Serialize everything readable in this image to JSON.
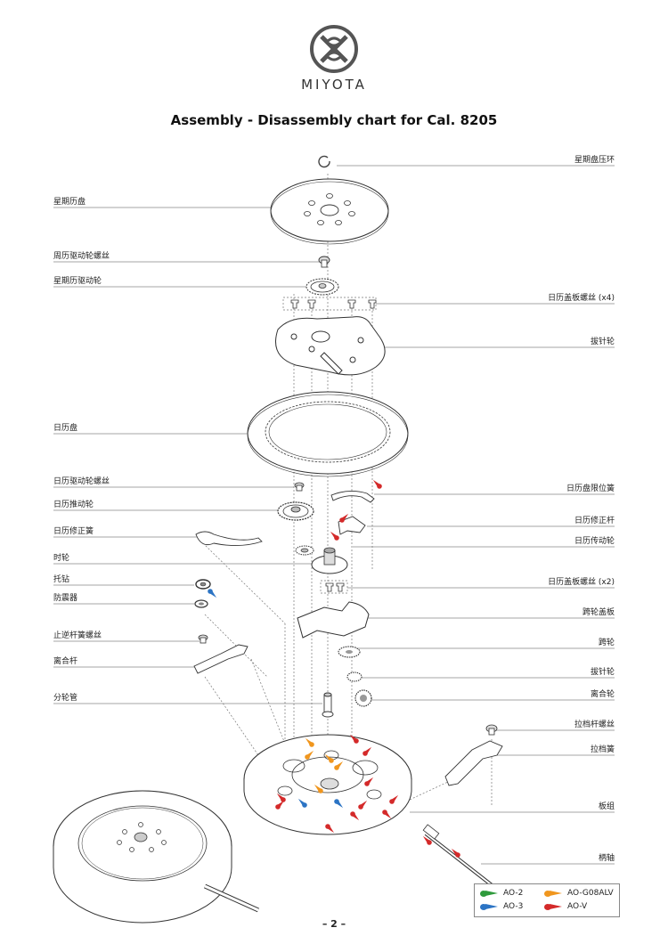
{
  "brand": {
    "name": "MIYOTA"
  },
  "title": "Assembly - Disassembly chart for Cal. 8205",
  "page_number": "– 2 –",
  "labels_left": [
    "星期历盘",
    "周历驱动轮螺丝",
    "星期历驱动轮",
    "日历盘",
    "日历驱动轮螺丝",
    "日历推动轮",
    "日历修正簧",
    "时轮",
    "托钻",
    "防震器",
    "止逆杆簧螺丝",
    "离合杆",
    "分轮管"
  ],
  "labels_right": [
    "星期盘压环",
    "日历盖板螺丝 (x4)",
    "拔针轮",
    "日历盘限位簧",
    "日历修正杆",
    "日历传动轮",
    "日历盖板螺丝 (x2)",
    "跨轮盖板",
    "跨轮",
    "拔针轮",
    "离合轮",
    "拉档杆螺丝",
    "拉档簧",
    "板组",
    "柄轴"
  ],
  "legend": [
    {
      "label": "AO-2",
      "color": "#2e9a3c"
    },
    {
      "label": "AO-G08ALV",
      "color": "#f0961e"
    },
    {
      "label": "AO-3",
      "color": "#2c74c4"
    },
    {
      "label": "AO-V",
      "color": "#d42a2a"
    }
  ]
}
